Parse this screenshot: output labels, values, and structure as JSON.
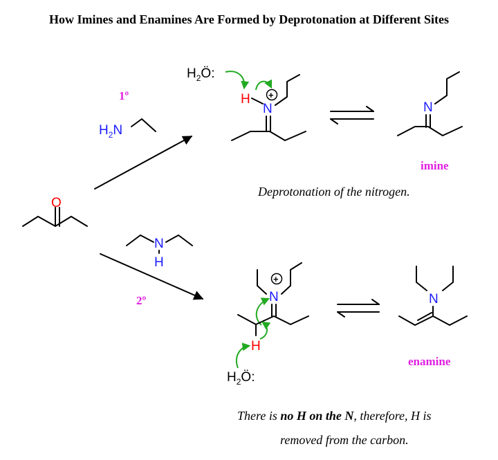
{
  "title": "How Imines and Enamines Are Formed by Deprotonation at Different Sites",
  "labels": {
    "primary": "1º",
    "secondary": "2º",
    "imine": "imine",
    "enamine": "enamine"
  },
  "captions": {
    "imine": "Deprotonation of the nitrogen.",
    "enamine_pre": "There is ",
    "enamine_bold": "no H on the N",
    "enamine_mid": ", therefore, H is",
    "enamine_line2": "removed from the carbon."
  },
  "atoms": {
    "oxygen": "O",
    "nitrogen": "N",
    "hydrogen": "H",
    "water_h": "H",
    "water_sub": "2",
    "water_o": "Ö",
    "water_dots": ":",
    "amine_h2": "H",
    "amine_sub": "2",
    "plus": "+"
  },
  "colors": {
    "nitrogen": "#1a1aff",
    "oxygen": "#ff0000",
    "hydrogen_highlight": "#ff0000",
    "curved_arrow": "#22aa22",
    "label": "#e020e0"
  }
}
